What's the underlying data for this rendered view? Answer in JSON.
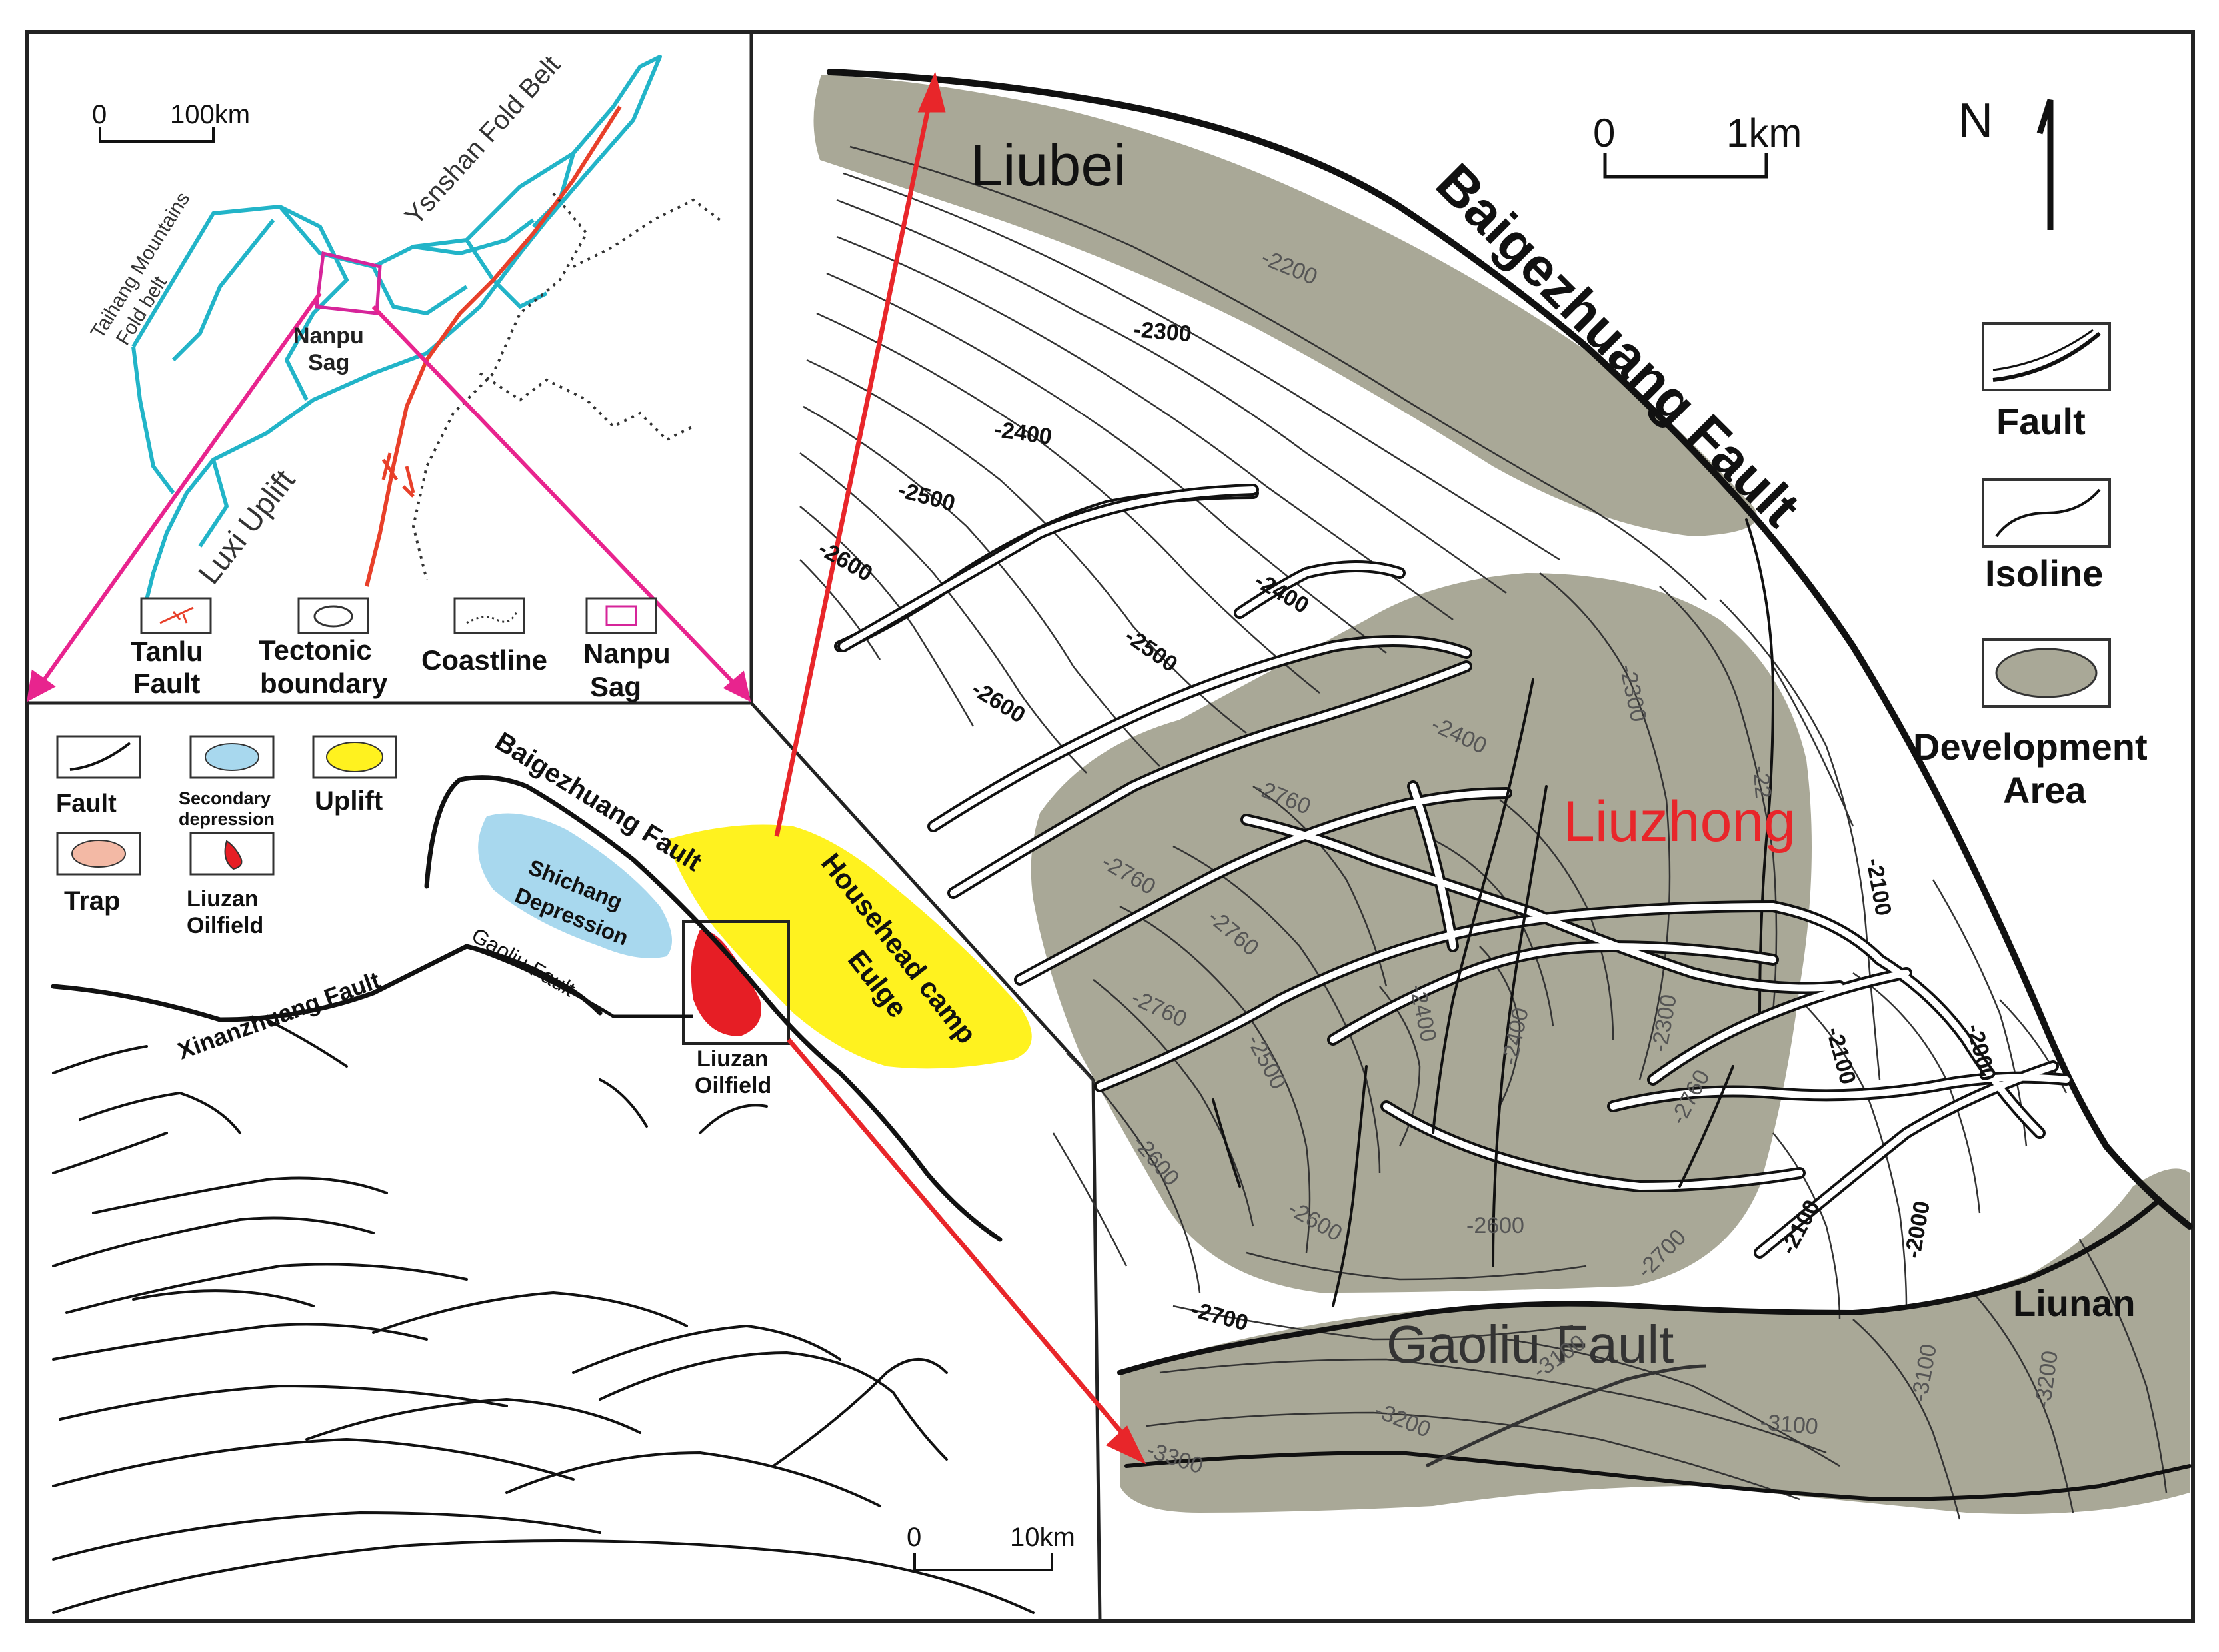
{
  "inset_region": {
    "scale_labels": [
      "0",
      "100km"
    ],
    "labels": {
      "taihang": [
        "Taihang Mountains",
        "Fold belt"
      ],
      "ysnshan": "Ysnshan Fold Belt",
      "nanpu_sag": [
        "Nanpu",
        "Sag"
      ],
      "luxi": "Luxi Uplift"
    },
    "legend": [
      {
        "id": "tanlu",
        "lines": [
          "Tanlu",
          "Fault"
        ]
      },
      {
        "id": "tectonic",
        "lines": [
          "Tectonic",
          "boundary"
        ]
      },
      {
        "id": "coast",
        "lines": [
          "Coastline"
        ]
      },
      {
        "id": "nanpu",
        "lines": [
          "Nanpu",
          "Sag"
        ]
      }
    ],
    "colors": {
      "tectonic_boundary": "#22b4c8",
      "tanlu_fault": "#e8402a",
      "nanpu_sag": "#d6259a",
      "pointer": "#e8248e"
    }
  },
  "inset_sag": {
    "legend": [
      {
        "id": "fault",
        "lines": [
          "Fault"
        ]
      },
      {
        "id": "secondary",
        "lines": [
          "Secondary",
          "depression"
        ]
      },
      {
        "id": "uplift",
        "lines": [
          "Uplift"
        ]
      },
      {
        "id": "trap",
        "lines": [
          "Trap"
        ]
      },
      {
        "id": "oilfield",
        "lines": [
          "Liuzan",
          "Oilfield"
        ]
      }
    ],
    "labels": {
      "baigezhuang": "Baigezhuang Fault",
      "shichang": [
        "Shichang",
        "Depression"
      ],
      "househead": [
        "Househead camp",
        "Eulge"
      ],
      "xinanzhuang": "Xinanzhuang Fault",
      "gaoliu": "Gaoliu Fault",
      "oilfield": [
        "Liuzan",
        "Oilfield"
      ]
    },
    "scale_labels": [
      "0",
      "10km"
    ],
    "colors": {
      "secondary_depression": "#a8d8ee",
      "uplift": "#fff21f",
      "trap": "#f3b9a5",
      "oilfield": "#e61e25"
    }
  },
  "main_map": {
    "scale_labels": [
      "0",
      "1km"
    ],
    "north": "N",
    "areas": {
      "liubei": "Liubei",
      "liuzhong": "Liuzhong",
      "liunan": "Liunan"
    },
    "faults": {
      "baigezhuang": "Baigezhuang Fault",
      "gaoliu": "Gaoliu Fault"
    },
    "legend": [
      {
        "id": "fault",
        "lines": [
          "Fault"
        ]
      },
      {
        "id": "isoline",
        "lines": [
          "Isoline"
        ]
      },
      {
        "id": "development",
        "lines": [
          "Development",
          "Area"
        ]
      }
    ],
    "contour_labels": {
      "c2200": "-2200",
      "c2300a": "-2300",
      "c2400a": "-2400",
      "c2500a": "-2500",
      "c2600a": "-2600",
      "c2400b": "-2400",
      "c2500b": "-2500",
      "c2600b": "-2600",
      "c2400c": "-2400",
      "c2300b": "-2300",
      "c22": "-22",
      "c2100a": "-2100",
      "c2760a": "-2760",
      "c2760b": "-2760",
      "c2760c": "-2760",
      "c2760d": "-2760",
      "c2400d": "-2400",
      "c2400e": "-2400",
      "c2300c": "-2300",
      "c2500c": "-2500",
      "c2600c": "-2600",
      "c2760e": "-2760",
      "c2100b": "-2100",
      "c2000a": "-2000",
      "c2600d": "-2600",
      "c2600e": "-2600",
      "c2700a": "-2700",
      "c2100c": "-2100",
      "c2000b": "-2000",
      "c2700b": "-2700",
      "c3100a": "-3100",
      "c3100b": "-3100",
      "c3100c": "-3100",
      "c3200a": "-3200",
      "c3200b": "-3200",
      "c3300": "-3300"
    },
    "colors": {
      "development_area": "#a9a897",
      "pointer": "#e8262a",
      "liuzhong_label": "#e8262a"
    }
  }
}
